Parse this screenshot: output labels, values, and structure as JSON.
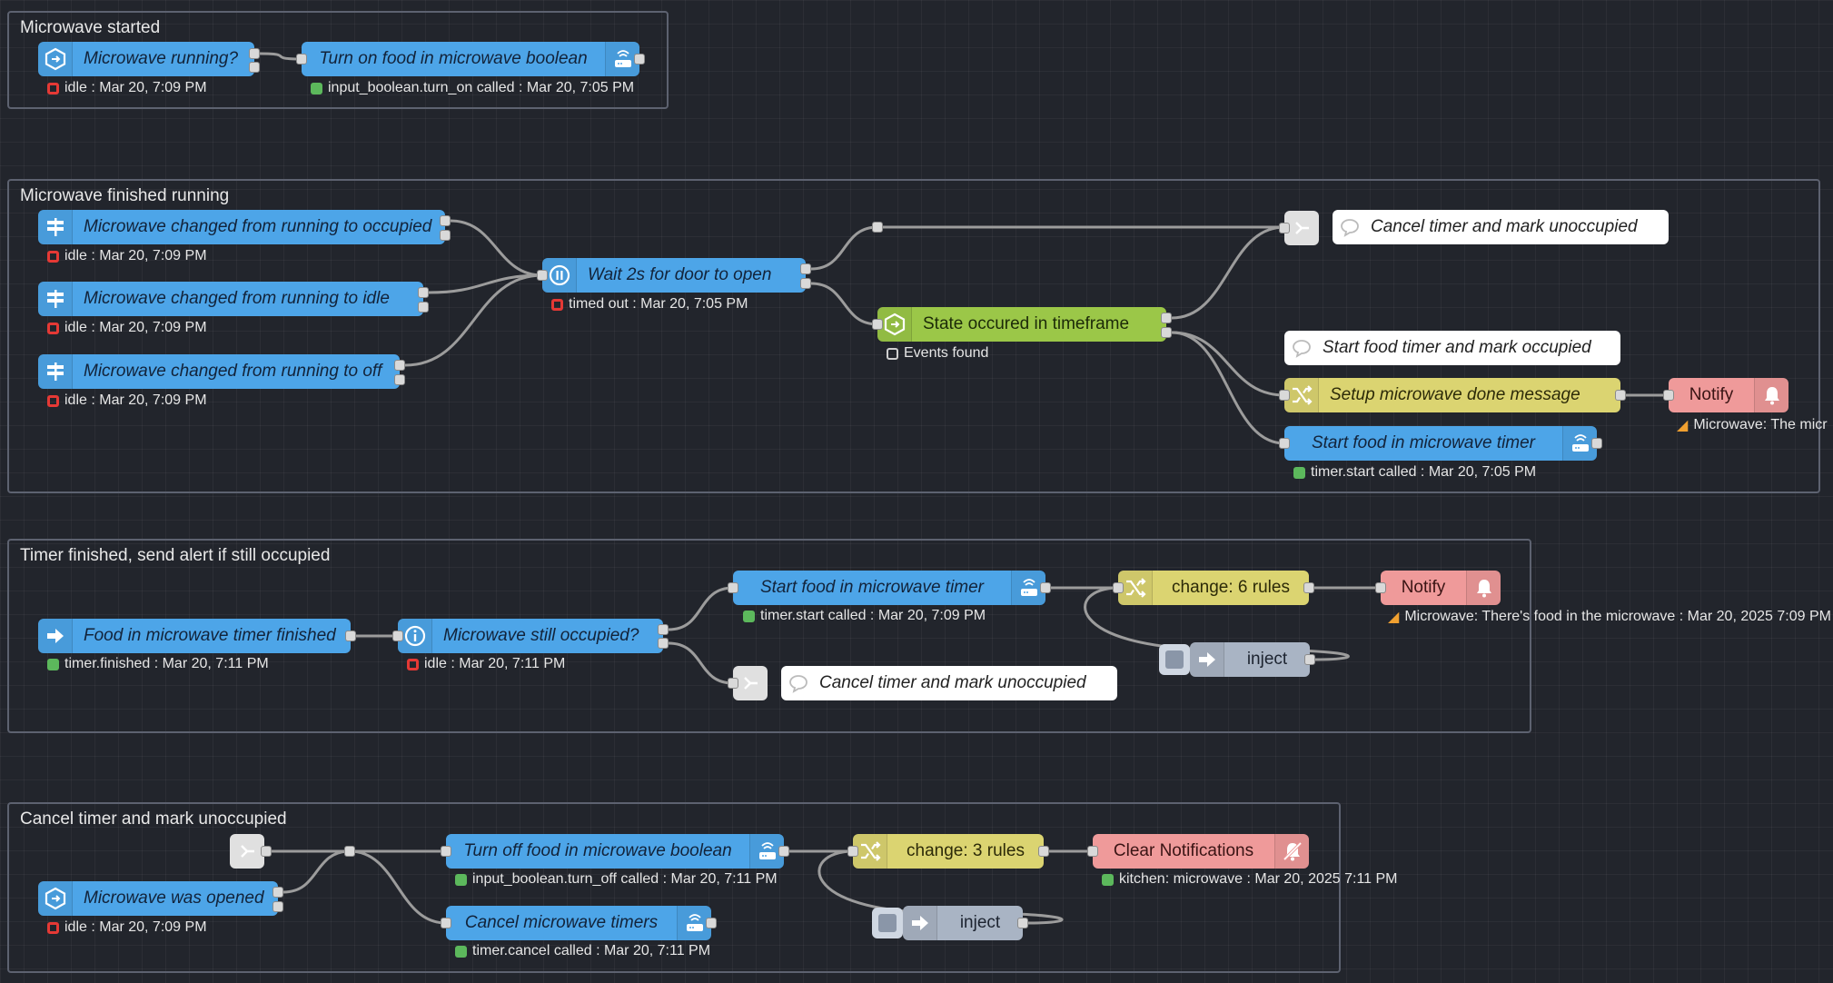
{
  "groups": [
    {
      "id": "g1",
      "title": "Microwave started"
    },
    {
      "id": "g2",
      "title": "Microwave finished running"
    },
    {
      "id": "g3",
      "title": "Timer finished, send alert if still occupied"
    },
    {
      "id": "g4",
      "title": "Cancel timer and mark unoccupied"
    }
  ],
  "nodes": {
    "g1_microwave_running": {
      "label": "Microwave running?",
      "icon": "api-icon",
      "status": "idle : Mar 20, 7:09 PM"
    },
    "g1_turn_on_food": {
      "label": "Turn on food in microwave boolean",
      "icon": "router-icon",
      "status": "input_boolean.turn_on called : Mar 20, 7:05 PM"
    },
    "g2_changed_occupied": {
      "label": "Microwave changed from running to occupied",
      "icon": "signpost-icon",
      "status": "idle : Mar 20, 7:09 PM"
    },
    "g2_changed_idle": {
      "label": "Microwave changed from running to idle",
      "icon": "signpost-icon",
      "status": "idle : Mar 20, 7:09 PM"
    },
    "g2_changed_off": {
      "label": "Microwave changed from running to off",
      "icon": "signpost-icon",
      "status": "idle : Mar 20, 7:09 PM"
    },
    "g2_wait": {
      "label": "Wait 2s for door to open",
      "icon": "pause-icon",
      "status": "timed out : Mar 20, 7:05 PM"
    },
    "g2_state_occured": {
      "label": "State occured in timeframe",
      "icon": "api-icon",
      "status": "Events found"
    },
    "g2_cancel_comment": {
      "label": "Cancel timer and mark unoccupied",
      "icon": "comment-icon"
    },
    "g2_start_comment": {
      "label": "Start food timer and mark occupied",
      "icon": "comment-icon"
    },
    "g2_setup_message": {
      "label": "Setup microwave done message",
      "icon": "shuffle-icon"
    },
    "g2_notify": {
      "label": "Notify",
      "icon": "bell-icon",
      "status": "Microwave: The micr"
    },
    "g2_start_timer": {
      "label": "Start food in microwave timer",
      "icon": "router-icon",
      "status": "timer.start called : Mar 20, 7:05 PM"
    },
    "g3_timer_finished": {
      "label": "Food in microwave timer finished",
      "icon": "arrow-right-icon",
      "status": "timer.finished : Mar 20, 7:11 PM"
    },
    "g3_still_occupied": {
      "label": "Microwave still occupied?",
      "icon": "info-icon",
      "status": "idle : Mar 20, 7:11 PM"
    },
    "g3_start_timer": {
      "label": "Start food in microwave timer",
      "icon": "router-icon",
      "status": "timer.start called : Mar 20, 7:09 PM"
    },
    "g3_change": {
      "label": "change: 6 rules",
      "icon": "shuffle-icon"
    },
    "g3_notify": {
      "label": "Notify",
      "icon": "bell-icon",
      "status": "Microwave: There's food in the microwave : Mar 20, 2025 7:09 PM"
    },
    "g3_inject": {
      "label": "inject",
      "icon": "arrow-right-icon"
    },
    "g3_cancel_comment": {
      "label": "Cancel timer and mark unoccupied",
      "icon": "comment-icon"
    },
    "g4_turn_off_food": {
      "label": "Turn off food in microwave boolean",
      "icon": "router-icon",
      "status": "input_boolean.turn_off called : Mar 20, 7:11 PM"
    },
    "g4_change": {
      "label": "change: 3 rules",
      "icon": "shuffle-icon"
    },
    "g4_clear": {
      "label": "Clear Notifications",
      "icon": "bell-off-icon",
      "status": "kitchen: microwave : Mar 20, 2025 7:11 PM"
    },
    "g4_was_opened": {
      "label": "Microwave was opened",
      "icon": "api-icon",
      "status": "idle : Mar 20, 7:09 PM"
    },
    "g4_cancel_timers": {
      "label": "Cancel microwave timers",
      "icon": "router-icon",
      "status": "timer.cancel called : Mar 20, 7:11 PM"
    },
    "g4_inject": {
      "label": "inject",
      "icon": "arrow-right-icon"
    }
  },
  "colors": {
    "canvas": "#22252c",
    "ha_blue": "#4da5e8",
    "ha_green": "#9bc748",
    "function_yellow": "#dbd471",
    "notify_pink": "#ef9a9a",
    "comment_white": "#ffffff",
    "inject_grey": "#a9b4c4",
    "wire": "#9c9c9c"
  }
}
